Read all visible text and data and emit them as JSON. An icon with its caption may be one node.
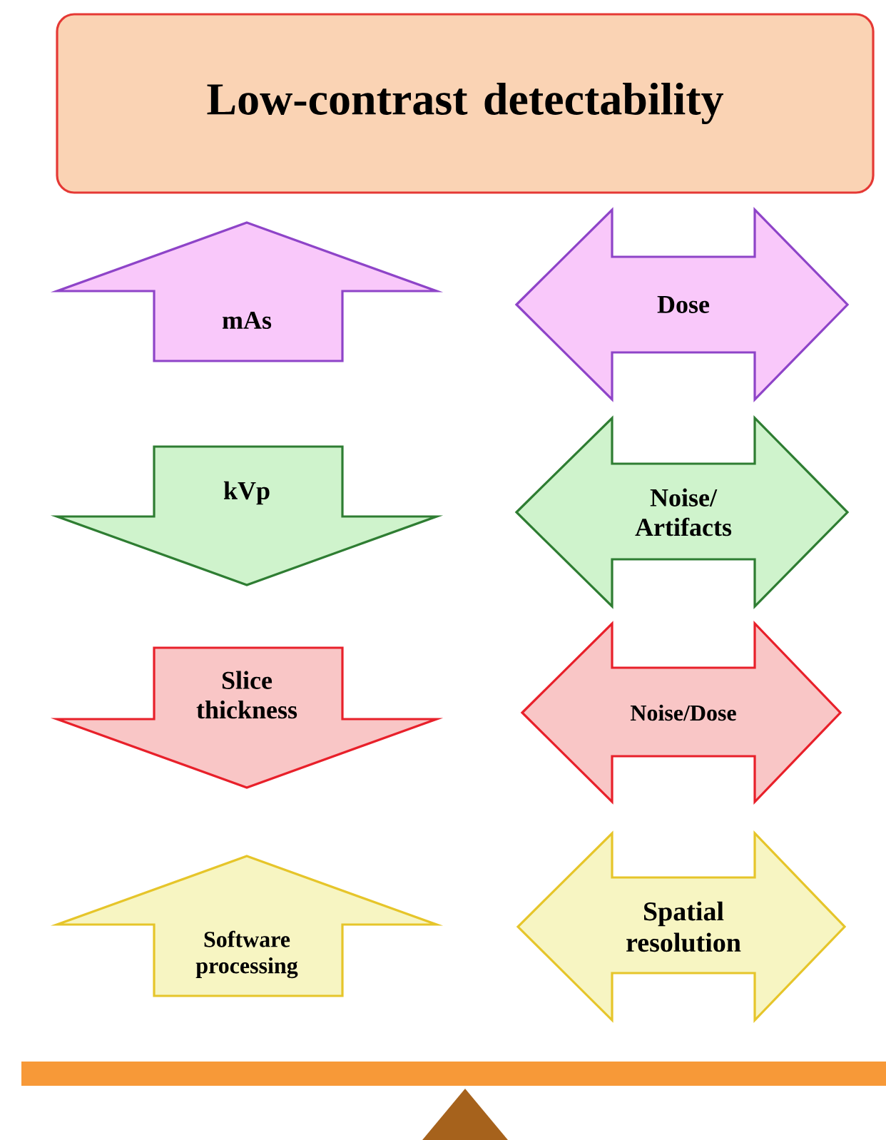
{
  "diagram": {
    "nodes": [
      {
        "text": [
          "Low-contrast detectability"
        ]
      },
      {
        "text": [
          "mAs"
        ]
      },
      {
        "text": [
          "Dose"
        ]
      },
      {
        "text": [
          "kVp"
        ]
      },
      {
        "text": [
          "Noise/ Artifacts"
        ]
      },
      {
        "text": [
          "Slice thickness"
        ]
      },
      {
        "text": [
          "Noise/Dose"
        ]
      },
      {
        "text": [
          "Software processing"
        ]
      },
      {
        "text": [
          "Spatial resolution"
        ]
      }
    ]
  }
}
